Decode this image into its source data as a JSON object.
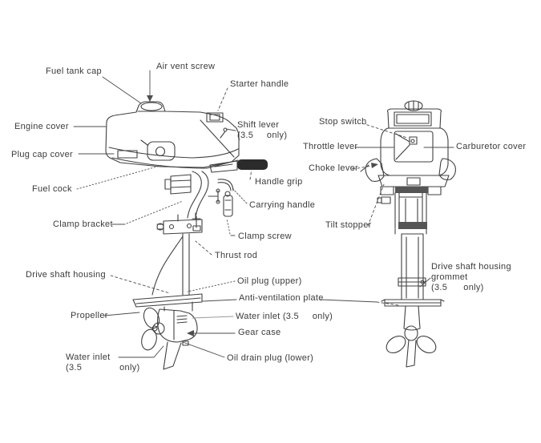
{
  "figure": {
    "kind": "outboard-motor-parts-diagram",
    "background_color": "#ffffff",
    "line_color": "#404040",
    "text_color": "#3b3b3b"
  },
  "labels": [
    {
      "name": "fuel-tank-cap",
      "text": "Fuel tank cap"
    },
    {
      "name": "air-vent-screw",
      "text": "Air vent screw"
    },
    {
      "name": "starter-handle",
      "text": "Starter handle"
    },
    {
      "name": "engine-cover",
      "text": "Engine cover"
    },
    {
      "name": "shift-lever",
      "text": "Shift lever\n(3.5     only)"
    },
    {
      "name": "plug-cap-cover",
      "text": "Plug cap cover"
    },
    {
      "name": "fuel-cock",
      "text": "Fuel cock"
    },
    {
      "name": "handle-grip",
      "text": "Handle grip"
    },
    {
      "name": "carrying-handle",
      "text": "Carrying handle"
    },
    {
      "name": "clamp-bracket",
      "text": "Clamp bracket"
    },
    {
      "name": "clamp-screw",
      "text": "Clamp screw"
    },
    {
      "name": "thrust-rod",
      "text": "Thrust rod"
    },
    {
      "name": "drive-shaft-housing",
      "text": "Drive shaft housing"
    },
    {
      "name": "oil-plug-upper",
      "text": "Oil plug (upper)"
    },
    {
      "name": "anti-ventilation-plate",
      "text": "Anti-ventilation plate"
    },
    {
      "name": "propeller",
      "text": "Propeller"
    },
    {
      "name": "water-inlet-35",
      "text": "Water inlet (3.5     only)"
    },
    {
      "name": "gear-case",
      "text": "Gear case"
    },
    {
      "name": "water-inlet-lower",
      "text": "Water inlet\n(3.5              only)"
    },
    {
      "name": "oil-drain-plug",
      "text": "Oil drain plug (lower)"
    },
    {
      "name": "stop-switch",
      "text": "Stop switch"
    },
    {
      "name": "throttle-lever",
      "text": "Throttle lever"
    },
    {
      "name": "carburetor-cover",
      "text": "Carburetor cover"
    },
    {
      "name": "choke-lever",
      "text": "Choke lever"
    },
    {
      "name": "tilt-stopper",
      "text": "Tilt stopper"
    },
    {
      "name": "drive-shaft-housing-grommet",
      "text": "Drive shaft housing\ngrommet\n(3.5      only)"
    }
  ]
}
